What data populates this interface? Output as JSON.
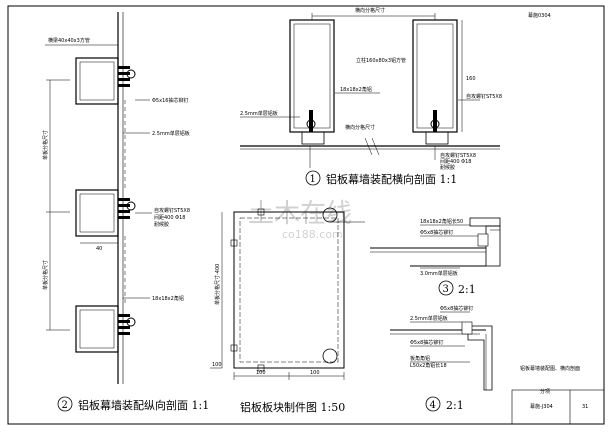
{
  "sheet": {
    "drawing_no": "幕施-J304",
    "sheet_suffix": "31",
    "page_note": "幕施0304",
    "side_title": "铝板幕墙装配图、横向剖面",
    "side_note": "分项"
  },
  "views": {
    "v1": {
      "num": "1",
      "title": "铝板幕墙装配横向剖面 1:1"
    },
    "v2": {
      "num": "2",
      "title": "铝板幕墙装配纵向剖面 1:1"
    },
    "v3": {
      "num": "3",
      "title": "2:1"
    },
    "v4": {
      "num": "4",
      "title": "2:1"
    },
    "panel": {
      "title": "铝板板块制件图 1:50"
    }
  },
  "labels": {
    "v2_top": "横梁40x40x3方管",
    "v2_screw": "Φ5x16抽芯铆钉",
    "v2_plate": "2.5mm单层铝板",
    "v2_vert1": "单板分格尺寸",
    "v2_vert2": "单板分格尺寸",
    "v2_stud1": "自攻螺钉ST5X8",
    "v2_stud2": "间距400 Φ18",
    "v2_stud3": "耐候胶",
    "v2_angle": "18x18x2角铝",
    "v2_dim": "40",
    "v1_top": "横向分格尺寸",
    "v1_tube": "立柱160x80x3铝方管",
    "v1_angle": "18x18x2角铝",
    "v1_bolt": "自攻螺钉ST5X8",
    "v1_dim": "160",
    "v1_plate": "2.5mm单层铝板",
    "v1_grid": "横向分格尺寸",
    "v1_b1": "自攻螺钉ST5X8",
    "v1_b2": "间距400 Φ18",
    "v1_b3": "耐候胶",
    "p_vert": "单板分格尺寸-400",
    "p_dim_l": "100",
    "p_dim_b1": "100",
    "p_dim_b2": "100",
    "v3_l1": "18x18x2角铝长50",
    "v3_l2": "Φ5x8抽芯铆钉",
    "v3_l3": "3.0mm单层铝板",
    "v4_l1": "2.5mm单层铝板",
    "v4_l2": "Φ5x8抽芯铆钉",
    "v4_l3": "Φ5x8抽芯铆钉",
    "v4_l4": "板角角铝",
    "v4_l5": "L50x2角铝长18"
  },
  "watermark": {
    "cn": "土木在线",
    "en": "co188.com"
  }
}
